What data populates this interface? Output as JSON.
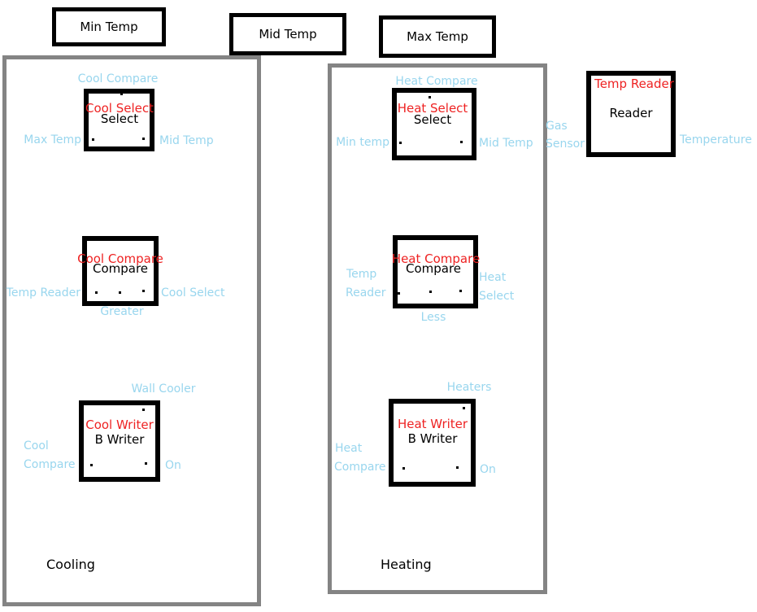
{
  "colors": {
    "port_label_blue": "#99d6ee",
    "block_title_red": "#ee2222",
    "container_border_gray": "#848484"
  },
  "top_nodes": {
    "min": "Min Temp",
    "mid": "Mid Temp",
    "max": "Max Temp"
  },
  "cooling": {
    "title": "Cooling",
    "select": {
      "instance": "Cool Select",
      "type": "Select",
      "top_port": "Cool Compare",
      "left_port": "Max Temp",
      "right_port": "Mid Temp"
    },
    "compare": {
      "instance": "Cool Compare",
      "type": "Compare",
      "left_port": "Temp Reader",
      "right_port": "Cool Select",
      "bottom_port": "Greater"
    },
    "writer": {
      "instance": "Cool Writer",
      "type": "B Writer",
      "top_port": "Wall Cooler",
      "left_port_line1": "Cool",
      "left_port_line2": "Compare",
      "right_port": "On"
    }
  },
  "heating": {
    "title": "Heating",
    "select": {
      "instance": "Heat Select",
      "type": "Select",
      "top_port": "Heat Compare",
      "left_port": "Min temp",
      "right_port": "Mid Temp"
    },
    "compare": {
      "instance": "Heat Compare",
      "type": "Compare",
      "left_port_line1": "Temp",
      "left_port_line2": "Reader",
      "right_port_line1": "Heat",
      "right_port_line2": "Select",
      "bottom_port": "Less"
    },
    "writer": {
      "instance": "Heat Writer",
      "type": "B Writer",
      "top_port": "Heaters",
      "left_port_line1": "Heat",
      "left_port_line2": "Compare",
      "right_port": "On"
    }
  },
  "temp_reader": {
    "instance": "Temp Reader",
    "type": "Reader",
    "left_port_line1": "Gas",
    "left_port_line2": "Sensor",
    "right_port": "Temperature"
  }
}
